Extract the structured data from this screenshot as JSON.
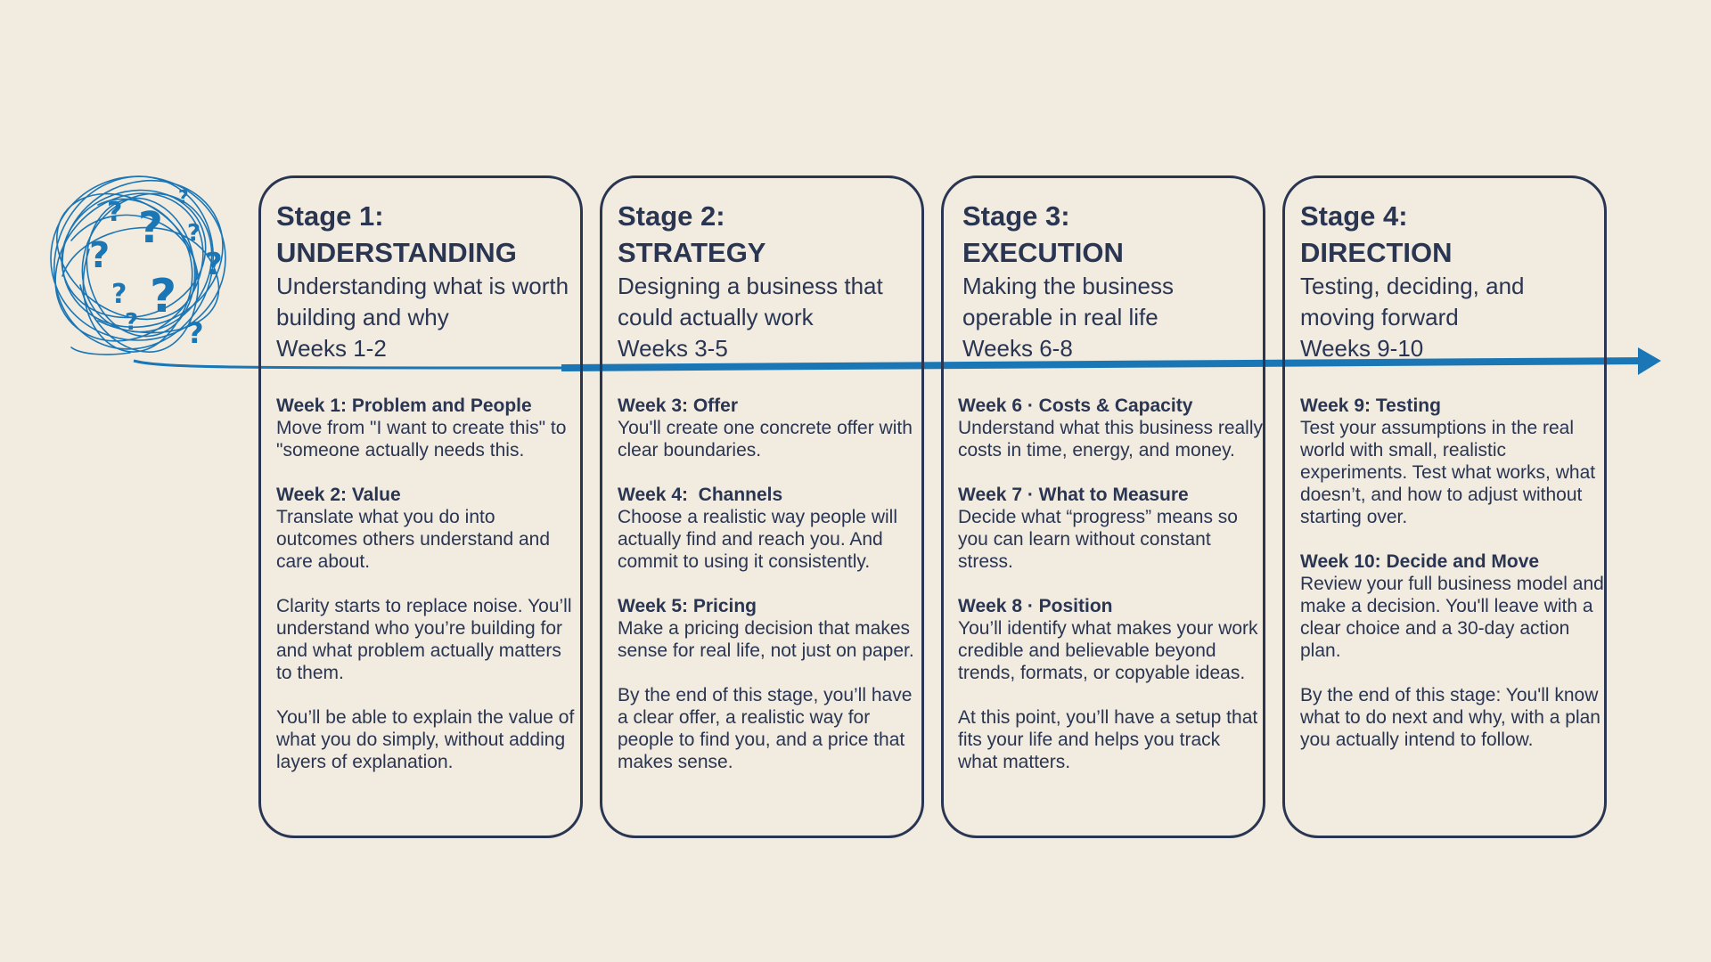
{
  "colors": {
    "background": "#f1ebe0",
    "ink": "#2a3552",
    "accent": "#1b76b6"
  },
  "decoration": {
    "scribble_icon": "tangled-question-marks",
    "arrow_icon": "right-arrow"
  },
  "stages": [
    {
      "label": "Stage 1:",
      "name": "UNDERSTANDING",
      "description": "Understanding what is worth building and why",
      "weeks": "Weeks 1-2",
      "items": [
        {
          "title": "Week 1: Problem and People",
          "text": "Move from \"I want to create this\" to \"someone actually needs this."
        },
        {
          "title": "Week 2: Value",
          "text": "Translate what you do into outcomes others understand and care about."
        }
      ],
      "summaries": [
        "Clarity starts to replace noise. You’ll understand who you’re building for and what problem actually matters to them.",
        "You’ll be able to explain the value of what you do simply, without adding layers of explanation."
      ]
    },
    {
      "label": "Stage 2:",
      "name": "STRATEGY",
      "description": "Designing a business that could actually work",
      "weeks": "Weeks 3-5",
      "items": [
        {
          "title": "Week 3: Offer",
          "text": "You'll create one concrete offer with clear boundaries."
        },
        {
          "title": "Week 4:  Channels",
          "text": "Choose a realistic way people will actually find and reach you. And commit to using it consistently."
        },
        {
          "title": "Week 5: Pricing",
          "text": "Make a pricing decision that makes sense for real life, not just on paper."
        }
      ],
      "summaries": [
        "By the end of this stage, you’ll have a clear offer, a realistic way for people to find you, and a price that makes sense."
      ]
    },
    {
      "label": "Stage 3:",
      "name": "EXECUTION",
      "description": "Making the business operable in real life",
      "weeks": "Weeks 6-8",
      "items": [
        {
          "title": "Week 6 · Costs & Capacity",
          "text": "Understand what this business really costs in time, energy, and money."
        },
        {
          "title": "Week 7 · What to Measure",
          "text": "Decide what “progress” means so you can learn without constant stress."
        },
        {
          "title": "Week 8 · Position",
          "text": "You’ll identify what makes your work credible and believable beyond trends, formats, or copyable ideas."
        }
      ],
      "summaries": [
        "At this point, you’ll have a setup that fits your life and helps you track what matters."
      ]
    },
    {
      "label": "Stage 4:",
      "name": "DIRECTION",
      "description": "Testing, deciding, and moving forward",
      "weeks": "Weeks 9-10",
      "items": [
        {
          "title": "Week 9: Testing",
          "text": "Test your assumptions in the real world with small, realistic experiments. Test what works, what doesn’t, and how to adjust without starting over."
        },
        {
          "title": "Week 10: Decide and Move",
          "text": "Review your full business model and make a decision. You'll leave with a clear choice and a 30-day action plan."
        }
      ],
      "summaries": [
        "By the end of this stage: You'll know what to do next and why, with a plan you actually intend to follow."
      ]
    }
  ]
}
